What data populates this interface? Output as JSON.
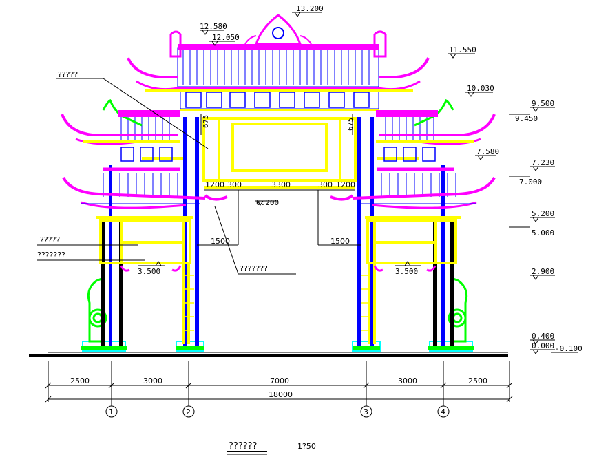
{
  "elevations": {
    "e13200": "13.200",
    "e12580": "12.580",
    "e12050": "12.050",
    "e11550": "11.550",
    "e10030": "10.030",
    "e9500": "9.500",
    "e9450": "9.450",
    "e7580": "7.580",
    "e7230": "7.230",
    "e7000": "7.000",
    "e6200": "6.200",
    "e5200": "5.200",
    "e5000": "5.000",
    "e3500l": "3.500",
    "e3500r": "3.500",
    "e2900": "2.900",
    "e0400": "0.400",
    "e0000": "0.000",
    "em0100": "-0.100"
  },
  "inner_dims": {
    "d675l": "675",
    "d675r": "675",
    "d1200l": "1200",
    "d300l": "300",
    "d3300": "3300",
    "d300r": "300",
    "d1200r": "1200",
    "d1500l": "1500",
    "d1500r": "1500"
  },
  "labels": {
    "main_roof": "?????",
    "beam": "?????",
    "sub_beam": "???????",
    "arch_beam": "???????"
  },
  "bottom_dims": {
    "spans": [
      "2500",
      "3000",
      "7000",
      "3000",
      "2500"
    ],
    "total": "18000"
  },
  "grid_axes": [
    "1",
    "2",
    "3",
    "4"
  ],
  "title": {
    "name": "??????",
    "scale": "1?50"
  },
  "colors": {
    "roof": "#ff00ff",
    "tile": "#0000ff",
    "beam": "#ffff00",
    "drum": "#00ff00",
    "base": "#00ffff",
    "leader": "#000000"
  }
}
